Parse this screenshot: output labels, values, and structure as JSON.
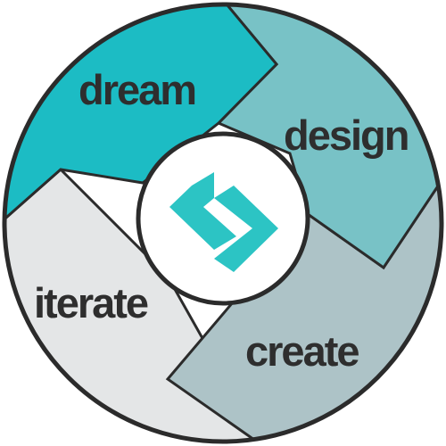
{
  "diagram": {
    "stages": [
      {
        "label": "dream",
        "color": "#1cbcc4"
      },
      {
        "label": "design",
        "color": "#78c2c6"
      },
      {
        "label": "create",
        "color": "#adc3c7"
      },
      {
        "label": "iterate",
        "color": "#e4e6e7"
      }
    ],
    "logo_color": "#2cc4c4",
    "outline_color": "#2b2b2b"
  }
}
